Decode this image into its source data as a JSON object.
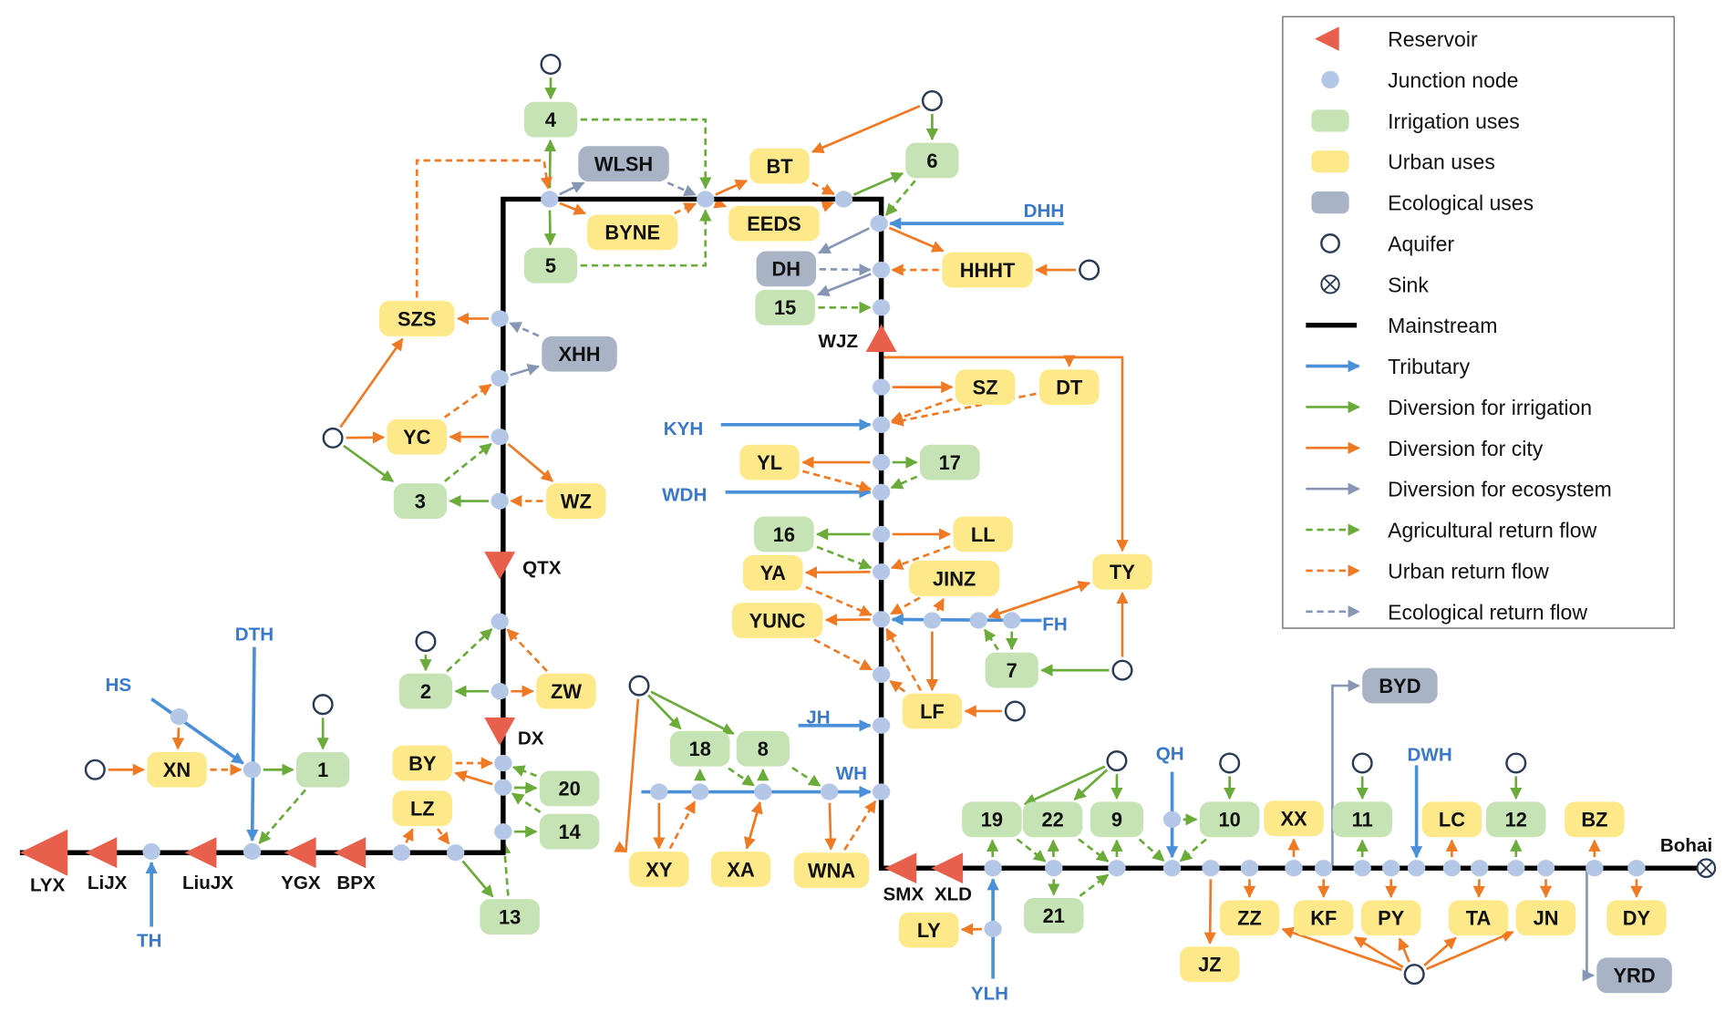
{
  "colors": {
    "reservoir": "#e8604c",
    "junction": "#b4c7e7",
    "irrigation": "#c5e3b5",
    "urban": "#fde98a",
    "ecological": "#a9b3c6",
    "mainstream": "#000000",
    "tributary": "#4a90d9",
    "diversion_irrigation": "#6aab3a",
    "diversion_city": "#f07a24",
    "diversion_ecosystem": "#8796b4"
  },
  "boxes": [
    {
      "label": "4",
      "type": "irrigation"
    },
    {
      "label": "5",
      "type": "irrigation"
    },
    {
      "label": "WLSH",
      "type": "ecological"
    },
    {
      "label": "BYNE",
      "type": "urban"
    },
    {
      "label": "SZS",
      "type": "urban"
    },
    {
      "label": "XHH",
      "type": "ecological"
    },
    {
      "label": "YC",
      "type": "urban"
    },
    {
      "label": "3",
      "type": "irrigation"
    },
    {
      "label": "WZ",
      "type": "urban"
    },
    {
      "label": "2",
      "type": "irrigation"
    },
    {
      "label": "ZW",
      "type": "urban"
    },
    {
      "label": "BY",
      "type": "urban"
    },
    {
      "label": "LZ",
      "type": "urban"
    },
    {
      "label": "20",
      "type": "irrigation"
    },
    {
      "label": "14",
      "type": "irrigation"
    },
    {
      "label": "13",
      "type": "irrigation"
    },
    {
      "label": "XN",
      "type": "urban"
    },
    {
      "label": "1",
      "type": "irrigation"
    },
    {
      "label": "BT",
      "type": "urban"
    },
    {
      "label": "EEDS",
      "type": "urban"
    },
    {
      "label": "6",
      "type": "irrigation"
    },
    {
      "label": "DH",
      "type": "ecological"
    },
    {
      "label": "HHHT",
      "type": "urban"
    },
    {
      "label": "15",
      "type": "irrigation"
    },
    {
      "label": "SZ",
      "type": "urban"
    },
    {
      "label": "DT",
      "type": "urban"
    },
    {
      "label": "YL",
      "type": "urban"
    },
    {
      "label": "17",
      "type": "irrigation"
    },
    {
      "label": "16",
      "type": "irrigation"
    },
    {
      "label": "LL",
      "type": "urban"
    },
    {
      "label": "YA",
      "type": "urban"
    },
    {
      "label": "JINZ",
      "type": "urban"
    },
    {
      "label": "TY",
      "type": "urban"
    },
    {
      "label": "YUNC",
      "type": "urban"
    },
    {
      "label": "7",
      "type": "irrigation"
    },
    {
      "label": "LF",
      "type": "urban"
    },
    {
      "label": "18",
      "type": "irrigation"
    },
    {
      "label": "8",
      "type": "irrigation"
    },
    {
      "label": "XY",
      "type": "urban"
    },
    {
      "label": "XA",
      "type": "urban"
    },
    {
      "label": "WNA",
      "type": "urban"
    },
    {
      "label": "19",
      "type": "irrigation"
    },
    {
      "label": "22",
      "type": "irrigation"
    },
    {
      "label": "9",
      "type": "irrigation"
    },
    {
      "label": "21",
      "type": "irrigation"
    },
    {
      "label": "LY",
      "type": "urban"
    },
    {
      "label": "10",
      "type": "irrigation"
    },
    {
      "label": "XX",
      "type": "urban"
    },
    {
      "label": "11",
      "type": "irrigation"
    },
    {
      "label": "LC",
      "type": "urban"
    },
    {
      "label": "12",
      "type": "irrigation"
    },
    {
      "label": "BZ",
      "type": "urban"
    },
    {
      "label": "BYD",
      "type": "ecological"
    },
    {
      "label": "YRD",
      "type": "ecological"
    },
    {
      "label": "JZ",
      "type": "urban"
    },
    {
      "label": "ZZ",
      "type": "urban"
    },
    {
      "label": "KF",
      "type": "urban"
    },
    {
      "label": "PY",
      "type": "urban"
    },
    {
      "label": "TA",
      "type": "urban"
    },
    {
      "label": "JN",
      "type": "urban"
    },
    {
      "label": "DY",
      "type": "urban"
    }
  ],
  "reservoirs": [
    "LYX",
    "LiJX",
    "LiuJX",
    "YGX",
    "BPX",
    "QTX",
    "DX",
    "WJZ",
    "SMX",
    "XLD"
  ],
  "tributaries": [
    "DTH",
    "HS",
    "TH",
    "DHH",
    "KYH",
    "WDH",
    "FH",
    "JH",
    "WH",
    "YLH",
    "QH",
    "DWH"
  ],
  "sink_label": "Bohai",
  "legend": [
    {
      "label": "Reservoir",
      "symbol": "reservoir"
    },
    {
      "label": "Junction node",
      "symbol": "junction"
    },
    {
      "label": "Irrigation uses",
      "symbol": "irrigation"
    },
    {
      "label": "Urban uses",
      "symbol": "urban"
    },
    {
      "label": "Ecological uses",
      "symbol": "ecological"
    },
    {
      "label": "Aquifer",
      "symbol": "aquifer"
    },
    {
      "label": "Sink",
      "symbol": "sink"
    },
    {
      "label": "Mainstream",
      "symbol": "mainstream"
    },
    {
      "label": "Tributary",
      "symbol": "tributary"
    },
    {
      "label": "Diversion for irrigation",
      "symbol": "diversion_irrigation"
    },
    {
      "label": "Diversion for city",
      "symbol": "diversion_city"
    },
    {
      "label": "Diversion for ecosystem",
      "symbol": "diversion_ecosystem"
    },
    {
      "label": "Agricultural return flow",
      "symbol": "return_agricultural"
    },
    {
      "label": "Urban return flow",
      "symbol": "return_urban"
    },
    {
      "label": "Ecological return flow",
      "symbol": "return_ecological"
    }
  ]
}
